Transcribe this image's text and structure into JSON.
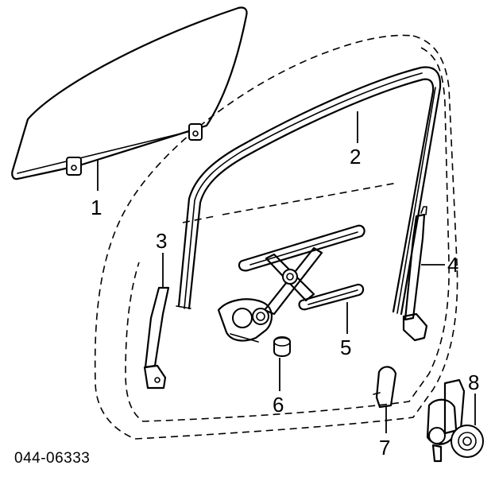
{
  "reference_code": "044-06333",
  "callouts": [
    {
      "id": "1",
      "label": "1"
    },
    {
      "id": "2",
      "label": "2"
    },
    {
      "id": "3",
      "label": "3"
    },
    {
      "id": "4",
      "label": "4"
    },
    {
      "id": "5",
      "label": "5"
    },
    {
      "id": "6",
      "label": "6"
    },
    {
      "id": "7",
      "label": "7"
    },
    {
      "id": "8",
      "label": "8"
    }
  ]
}
